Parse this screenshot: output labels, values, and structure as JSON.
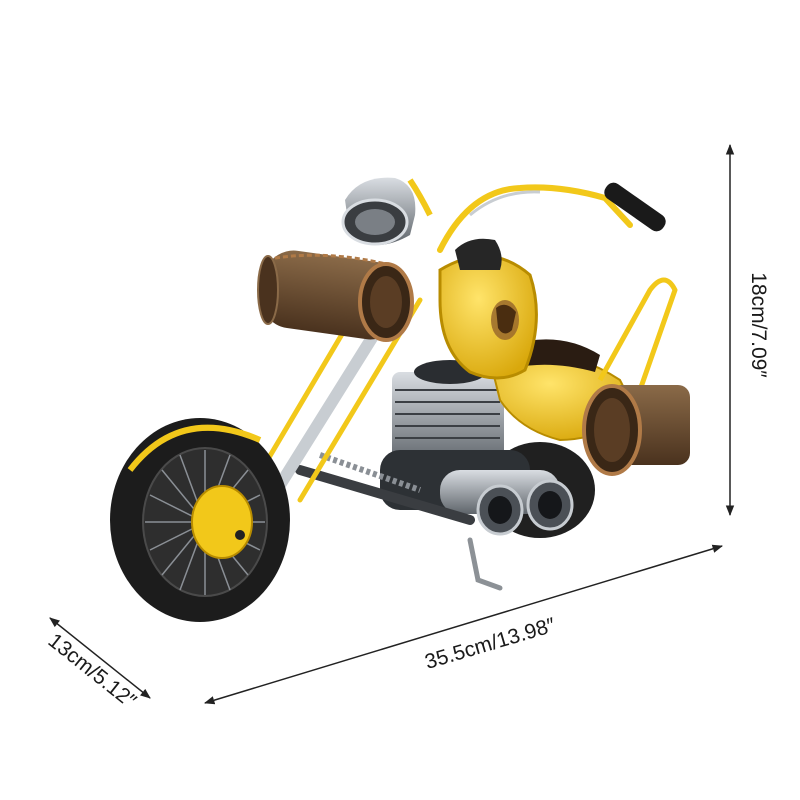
{
  "dimensions": {
    "height_label": "18cm/7.09″",
    "length_label": "35.5cm/13.98″",
    "width_label": "13cm/5.12″"
  },
  "colors": {
    "frame_yellow": "#f2c81a",
    "tire_black": "#1c1c1c",
    "leather_brown": "#6b4a2e",
    "chrome": "#9aa0a6"
  }
}
